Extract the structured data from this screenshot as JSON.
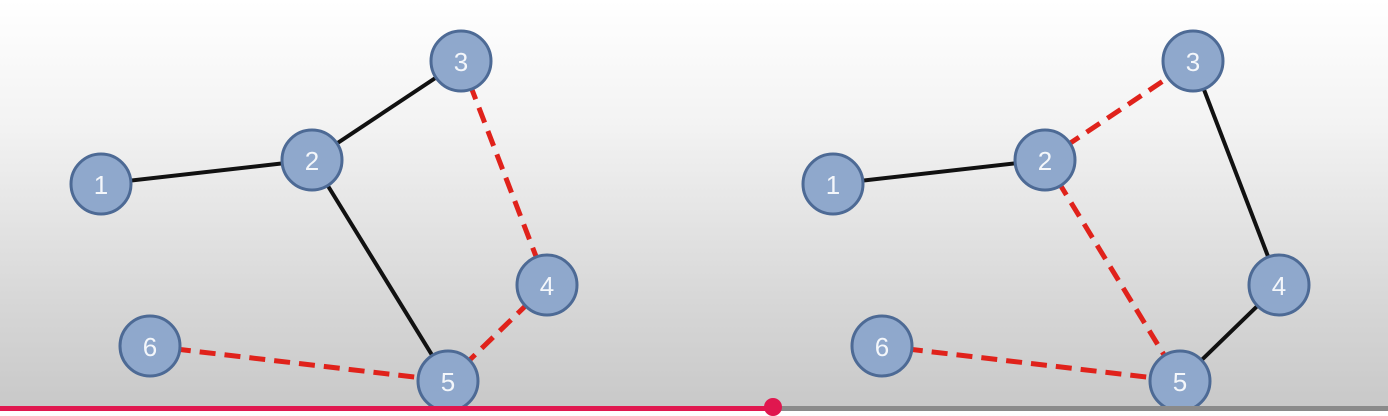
{
  "graphs": [
    {
      "name": "graph-left",
      "nodes": [
        {
          "id": "1",
          "label": "1"
        },
        {
          "id": "2",
          "label": "2"
        },
        {
          "id": "3",
          "label": "3"
        },
        {
          "id": "4",
          "label": "4"
        },
        {
          "id": "5",
          "label": "5"
        },
        {
          "id": "6",
          "label": "6"
        }
      ],
      "edges": [
        {
          "from": "1",
          "to": "2",
          "style": "solid"
        },
        {
          "from": "2",
          "to": "3",
          "style": "solid"
        },
        {
          "from": "2",
          "to": "5",
          "style": "solid"
        },
        {
          "from": "3",
          "to": "4",
          "style": "dashed"
        },
        {
          "from": "4",
          "to": "5",
          "style": "dashed"
        },
        {
          "from": "6",
          "to": "5",
          "style": "dashed"
        }
      ]
    },
    {
      "name": "graph-right",
      "nodes": [
        {
          "id": "1",
          "label": "1"
        },
        {
          "id": "2",
          "label": "2"
        },
        {
          "id": "3",
          "label": "3"
        },
        {
          "id": "4",
          "label": "4"
        },
        {
          "id": "5",
          "label": "5"
        },
        {
          "id": "6",
          "label": "6"
        }
      ],
      "edges": [
        {
          "from": "1",
          "to": "2",
          "style": "solid"
        },
        {
          "from": "2",
          "to": "3",
          "style": "dashed"
        },
        {
          "from": "2",
          "to": "5",
          "style": "dashed"
        },
        {
          "from": "3",
          "to": "4",
          "style": "solid"
        },
        {
          "from": "4",
          "to": "5",
          "style": "solid"
        },
        {
          "from": "6",
          "to": "5",
          "style": "dashed"
        }
      ]
    }
  ],
  "colors": {
    "node_fill": "#8fa8cc",
    "node_stroke": "#4d6a95",
    "solid_edge": "#111111",
    "dashed_edge": "#e0221b",
    "progress": "#e0174f"
  },
  "playback": {
    "progress_fraction": 0.557
  }
}
